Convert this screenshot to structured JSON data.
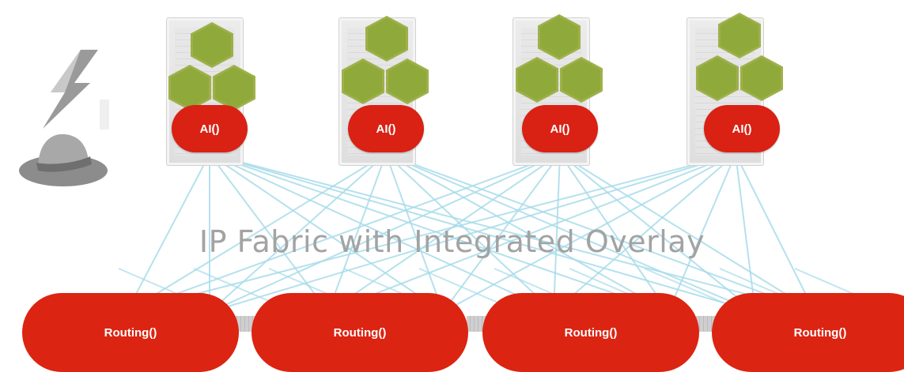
{
  "servers": [
    {
      "ai_label": "AI()"
    },
    {
      "ai_label": "AI()"
    },
    {
      "ai_label": "AI()"
    },
    {
      "ai_label": "AI()"
    }
  ],
  "fabric": {
    "label": "IP Fabric with Integrated Overlay"
  },
  "routers": [
    {
      "label": "Routing()"
    },
    {
      "label": "Routing()"
    },
    {
      "label": "Routing()"
    },
    {
      "label": "Routing()"
    }
  ],
  "icons": [
    "openshift-logo-icon",
    "red-hat-icon",
    "container-hexagon-icon",
    "server-rack-icon"
  ],
  "colors": {
    "node_red": "#d92114",
    "hex_green": "#8faa3b",
    "link_blue": "#a8dcea",
    "label_gray": "#a3a3a3"
  }
}
